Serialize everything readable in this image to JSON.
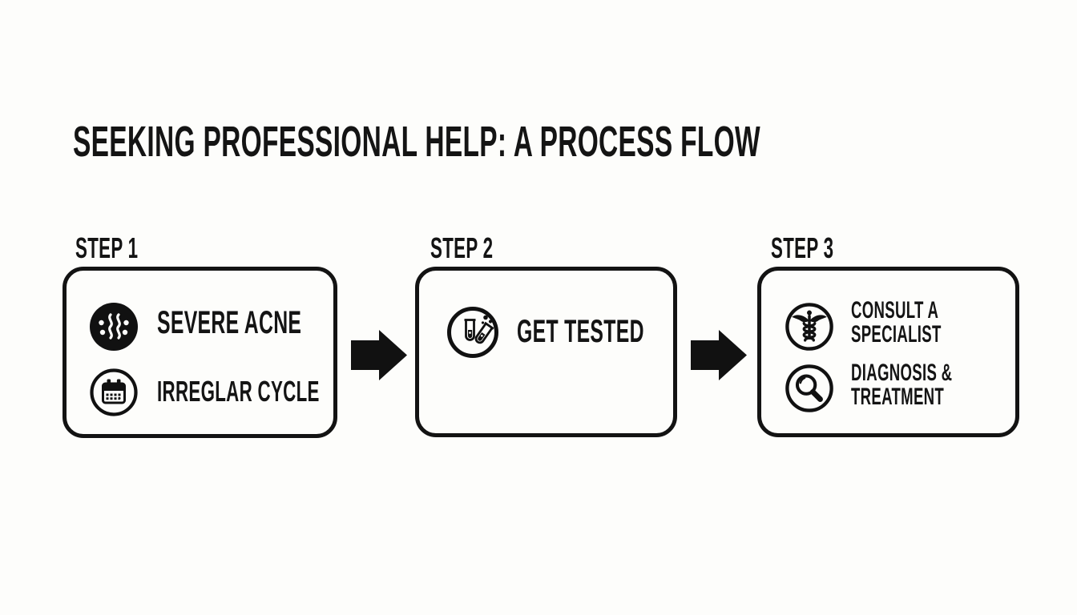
{
  "title": "SEEKING PROFESSIONAL HELP: A PROCESS FLOW",
  "colors": {
    "ink": "#141414",
    "background": "#fdfdfb",
    "icon_fill": "#111111"
  },
  "flow": {
    "steps": [
      {
        "label": "STEP 1",
        "items": [
          {
            "icon": "acne-icon",
            "text": "SEVERE ACNE"
          },
          {
            "icon": "calendar-icon",
            "text": "IRREGLAR CYCLE"
          }
        ]
      },
      {
        "label": "STEP 2",
        "items": [
          {
            "icon": "test-tubes-icon",
            "text": "GET TESTED"
          }
        ]
      },
      {
        "label": "STEP 3",
        "items": [
          {
            "icon": "caduceus-icon",
            "text": "CONSULT A SPECIALIST"
          },
          {
            "icon": "magnifying-glass-icon",
            "text": "DIAGNOSIS & TREATMENT"
          }
        ]
      }
    ],
    "connectors": [
      {
        "type": "arrow-right"
      },
      {
        "type": "arrow-right"
      }
    ]
  }
}
